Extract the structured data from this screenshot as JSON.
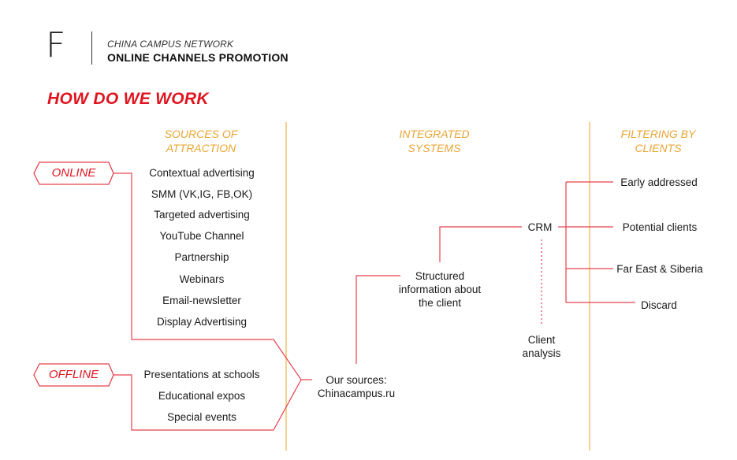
{
  "header": {
    "logo_letter": "F",
    "subtitle": "CHINA CAMPUS NETWORK",
    "title": "ONLINE CHANNELS PROMOTION"
  },
  "section_title": "HOW DO WE WORK",
  "columns": {
    "sources": "SOURCES OF ATTRACTION",
    "integrated": "INTEGRATED SYSTEMS",
    "filtering": "FILTERING BY CLIENTS"
  },
  "tags": {
    "online": "ONLINE",
    "offline": "OFFLINE"
  },
  "online_sources": [
    "Contextual advertising",
    "SMM (VK,IG, FB,OK)",
    "Targeted advertising",
    "YouTube Channel",
    "Partnership",
    "Webinars",
    "Email-newsletter",
    "Display Advertising"
  ],
  "offline_sources": [
    "Presentations at schools",
    "Educational expos",
    "Special events"
  ],
  "our_sources": [
    "Our sources:",
    "Chinacampus.ru"
  ],
  "structured_info": [
    "Structured",
    "information about",
    "the client"
  ],
  "crm": "CRM",
  "client_analysis": [
    "Client",
    "analysis"
  ],
  "filters": [
    "Early addressed",
    "Potential clients",
    "Far East & Siberia",
    "Discard"
  ],
  "colors": {
    "accent_red": "#e0141f",
    "accent_orange": "#e9a534",
    "line_red": "#e8404a"
  },
  "icons": {
    "tag_shape": "hexagon-tag"
  }
}
